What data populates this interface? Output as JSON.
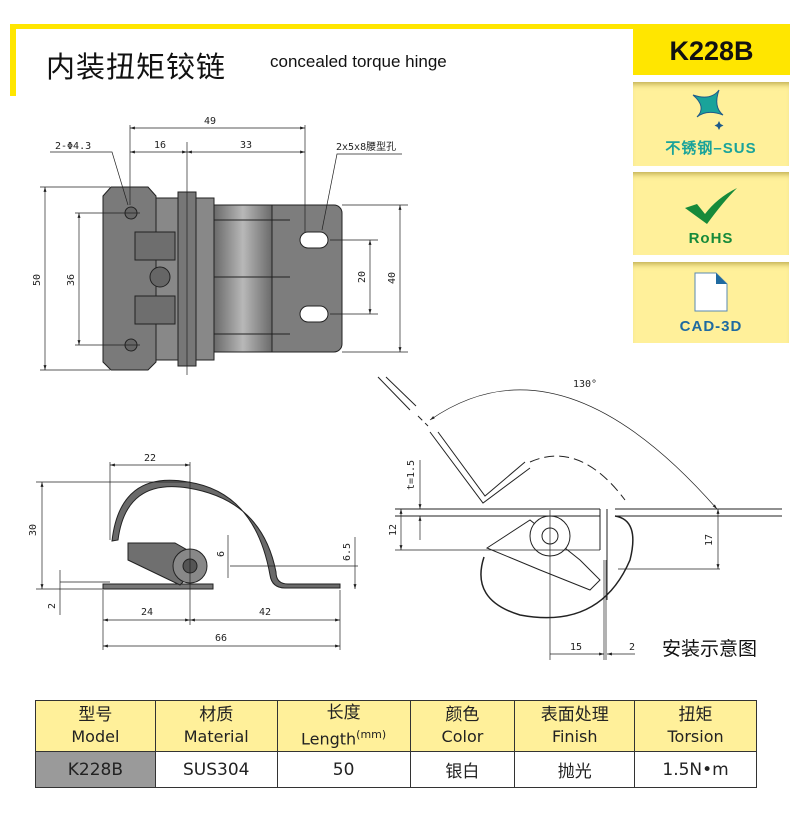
{
  "header": {
    "title_cn": "内装扭矩铰链",
    "title_en": "concealed torque hinge",
    "model": "K228B"
  },
  "badges": [
    {
      "label": "不锈钢–SUS",
      "icon": "sparkle-icon",
      "color": "#1aa39a"
    },
    {
      "label": "RoHS",
      "icon": "checkmark-icon",
      "color": "#168a3a"
    },
    {
      "label": "CAD-3D",
      "icon": "document-icon",
      "color": "#1f6aa0"
    }
  ],
  "colors": {
    "accent": "#ffe600",
    "badge_bg": "#fff09a",
    "part_gray": "#7a7a7a"
  },
  "top_view": {
    "d_49": "49",
    "d_16": "16",
    "d_33": "33",
    "d_50": "50",
    "d_36": "36",
    "d_20": "20",
    "d_40": "40",
    "hole_note": "2-Φ4.3",
    "slot_note": "2x5x8腰型孔"
  },
  "side_view": {
    "d_22": "22",
    "d_30": "30",
    "d_6": "6",
    "d_65": "6.5",
    "d_2": "2",
    "d_24": "24",
    "d_42": "42",
    "d_66": "66"
  },
  "install_view": {
    "angle": "130°",
    "thickness": "t=1.5",
    "d_12": "12",
    "d_17": "17",
    "d_15": "15",
    "d_2": "2",
    "caption": "安装示意图"
  },
  "table": {
    "headers": [
      {
        "cn": "型号",
        "en": "Model"
      },
      {
        "cn": "材质",
        "en": "Material"
      },
      {
        "cn": "长度",
        "en": "Length",
        "unit": "(mm)"
      },
      {
        "cn": "颜色",
        "en": "Color"
      },
      {
        "cn": "表面处理",
        "en": "Finish"
      },
      {
        "cn": "扭矩",
        "en": "Torsion"
      }
    ],
    "row": [
      "K228B",
      "SUS304",
      "50",
      "银白",
      "抛光",
      "1.5N•m"
    ]
  }
}
